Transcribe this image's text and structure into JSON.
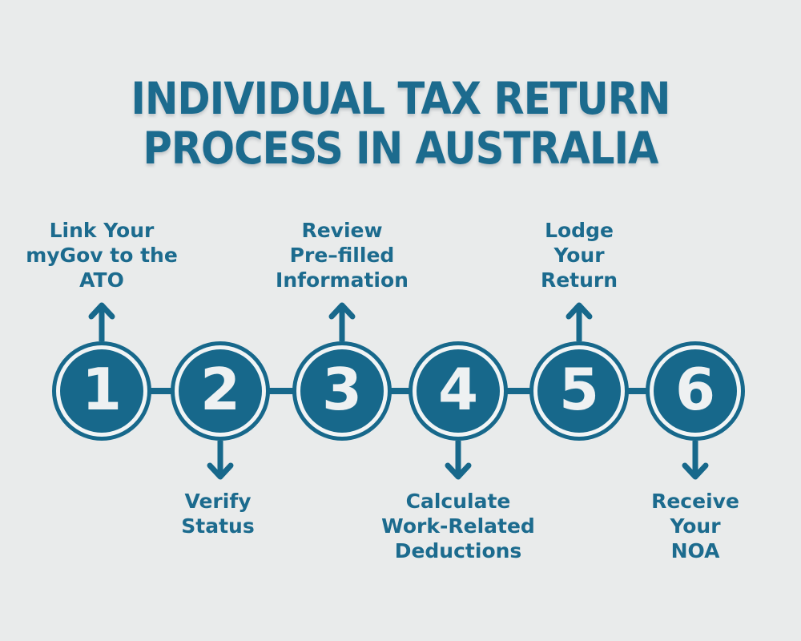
{
  "title": {
    "line1": "INDIVIDUAL TAX RETURN",
    "line2": "PROCESS IN AUSTRALIA"
  },
  "steps": [
    {
      "number": "1",
      "label": "Link Your\nmyGov to the\nATO",
      "label_position": "above"
    },
    {
      "number": "2",
      "label": "Verify\nStatus",
      "label_position": "below"
    },
    {
      "number": "3",
      "label": "Review\nPre–filled\nInformation",
      "label_position": "above"
    },
    {
      "number": "4",
      "label": "Calculate\nWork-Related\nDeductions",
      "label_position": "below"
    },
    {
      "number": "5",
      "label": "Lodge\nYour\nReturn",
      "label_position": "above"
    },
    {
      "number": "6",
      "label": "Receive\nYour\nNOA",
      "label_position": "below"
    }
  ],
  "colors": {
    "background": "#e9ebeb",
    "accent": "#17688b",
    "title_text": "#1c6b8e",
    "number_text": "#eef1f2"
  }
}
